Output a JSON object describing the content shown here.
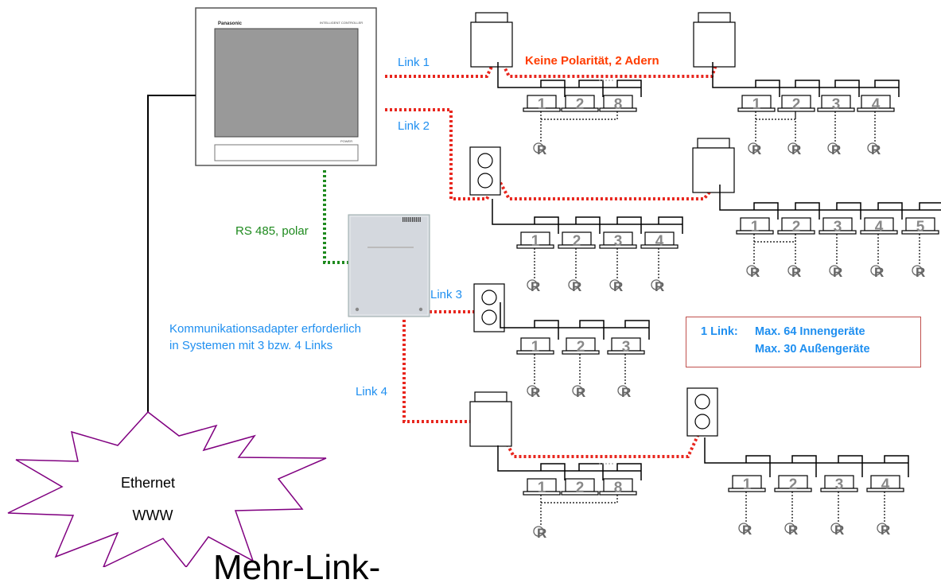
{
  "controller": {
    "brand": "Panasonic",
    "model_label": "INTELLIGENT CONTROLLER",
    "power_label": "POWER"
  },
  "network": {
    "cloud_line1": "Ethernet",
    "cloud_line2": "WWW"
  },
  "labels": {
    "link1": "Link 1",
    "link2": "Link 2",
    "link3": "Link 3",
    "link4": "Link 4",
    "rs485": "RS 485, polar",
    "polarity": "Keine Polarität, 2 Adern",
    "adapter_line1": "Kommunikationsadapter erforderlich",
    "adapter_line2": "in Systemen mit 3 bzw. 4 Links"
  },
  "info_box": {
    "prefix": "1 Link:",
    "line1": "Max. 64 Innengeräte",
    "line2": "Max. 30 Außengeräte"
  },
  "title": "Mehr-Link-                    ",
  "remote_symbol": "R",
  "colors": {
    "link_wire": "#e8261e",
    "rs485_wire": "#1e8a1e",
    "label_blue": "#1f8ff0",
    "polarity_orange": "#ff3c00",
    "cloud_outline": "#800080",
    "info_border": "#c0504d"
  },
  "groups": [
    {
      "id": "g1",
      "units": [
        "1",
        "2",
        "8"
      ],
      "remotes": 1
    },
    {
      "id": "g2",
      "units": [
        "1",
        "2",
        "3",
        "4"
      ],
      "remotes": 4
    },
    {
      "id": "g3",
      "units": [
        "1",
        "2",
        "3",
        "4"
      ],
      "remotes": 4
    },
    {
      "id": "g4",
      "units": [
        "1",
        "2",
        "3",
        "4",
        "5"
      ],
      "remotes": 5
    },
    {
      "id": "g5",
      "units": [
        "1",
        "2",
        "3"
      ],
      "remotes": 3
    },
    {
      "id": "g6",
      "units": [
        "1",
        "2",
        "8"
      ],
      "remotes": 1
    },
    {
      "id": "g7",
      "units": [
        "1",
        "2",
        "3",
        "4"
      ],
      "remotes": 4
    }
  ]
}
